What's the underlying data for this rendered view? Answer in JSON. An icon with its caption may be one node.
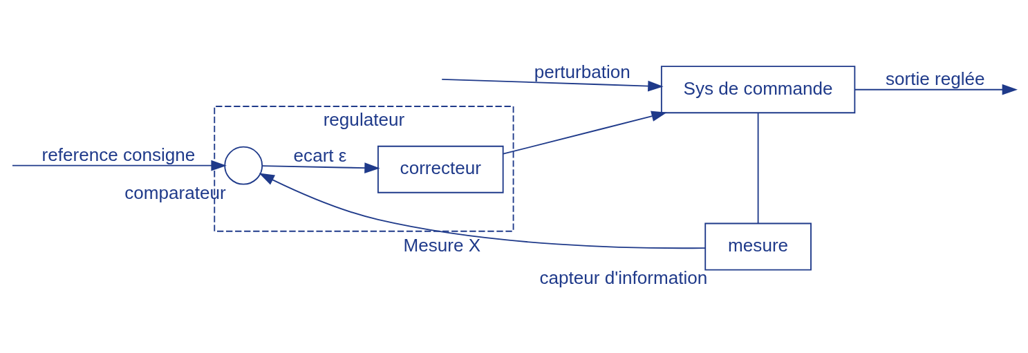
{
  "diagram": {
    "nodes": [
      {
        "text": [
          "regulateur"
        ]
      },
      {
        "text": [],
        "shape": "circle",
        "in": 0,
        "beside": [
          "comparateur"
        ]
      },
      {
        "text": [
          "correcteur"
        ],
        "in": 0
      },
      {
        "text": [
          "Sys de commande"
        ]
      },
      {
        "text": [
          "mesure"
        ],
        "beside": [
          "capteur d'information"
        ]
      }
    ],
    "edges": [
      {
        "from": null,
        "to": 1,
        "arrow": "to",
        "label": "reference consigne"
      },
      {
        "from": 1,
        "to": 2,
        "arrow": "to",
        "label": "ecart ε"
      },
      {
        "from": 2,
        "to": 3,
        "arrow": "to"
      },
      {
        "from": null,
        "to": 3,
        "arrow": "to",
        "label": "perturbation"
      },
      {
        "from": 3,
        "to": null,
        "arrow": "to",
        "label": "sortie reglée"
      },
      {
        "from": 3,
        "to": 4,
        "arrow": "none"
      },
      {
        "from": 4,
        "to": 1,
        "arrow": "to",
        "label": "Mesure X"
      }
    ]
  }
}
